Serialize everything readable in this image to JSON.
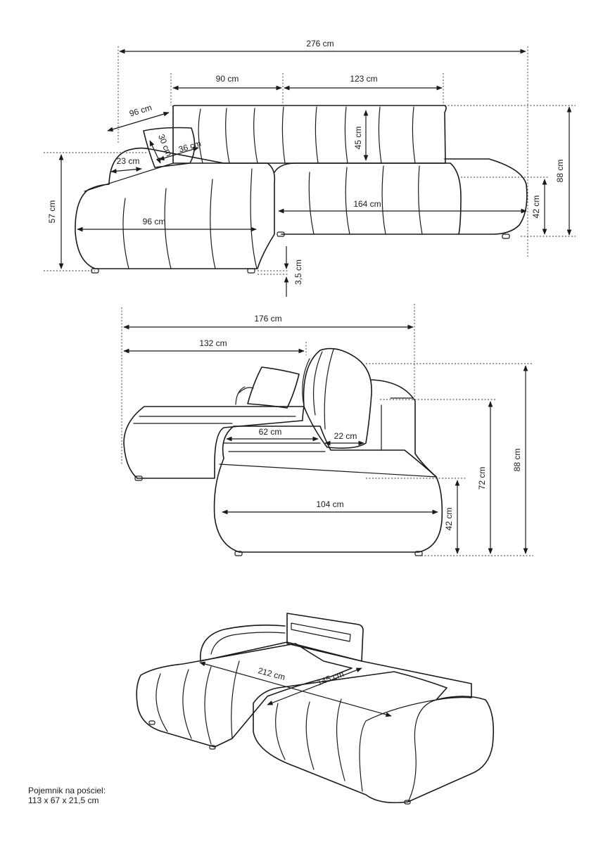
{
  "view_top": {
    "total_width": "276 cm",
    "left_section": "90 cm",
    "right_section": "123 cm",
    "armrest_diag": "96 cm",
    "pillow_height": "30 cm",
    "pillow_width": "36 cm",
    "arm_width": "23 cm",
    "back_cushion": "45 cm",
    "chaise_depth": "96 cm",
    "seat_length": "164 cm",
    "arm_height": "57 cm",
    "seat_height": "42 cm",
    "total_height": "88 cm",
    "leg_height": "3,5 cm"
  },
  "view_side": {
    "total_depth": "176 cm",
    "chaise_length": "132 cm",
    "seat_depth": "62 cm",
    "back_thickness": "22 cm",
    "seat_width": "104 cm",
    "seat_height": "42 cm",
    "arm_height": "72 cm",
    "total_height": "88 cm"
  },
  "view_bed": {
    "bed_length": "212 cm",
    "bed_width": "145 cm"
  },
  "storage_note": {
    "line1": "Pojemnik na pościel:",
    "line2": "113 x 67 x 21,5 cm"
  }
}
